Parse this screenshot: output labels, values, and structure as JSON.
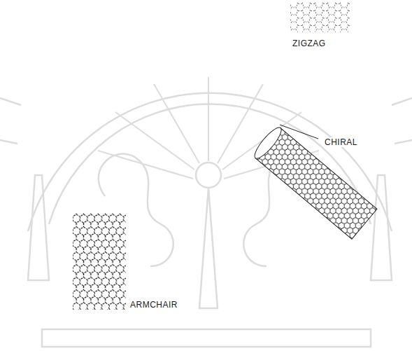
{
  "diagram": {
    "labels": [
      "ZIGZAG",
      "CHIRAL",
      "ARMCHAIR"
    ]
  }
}
